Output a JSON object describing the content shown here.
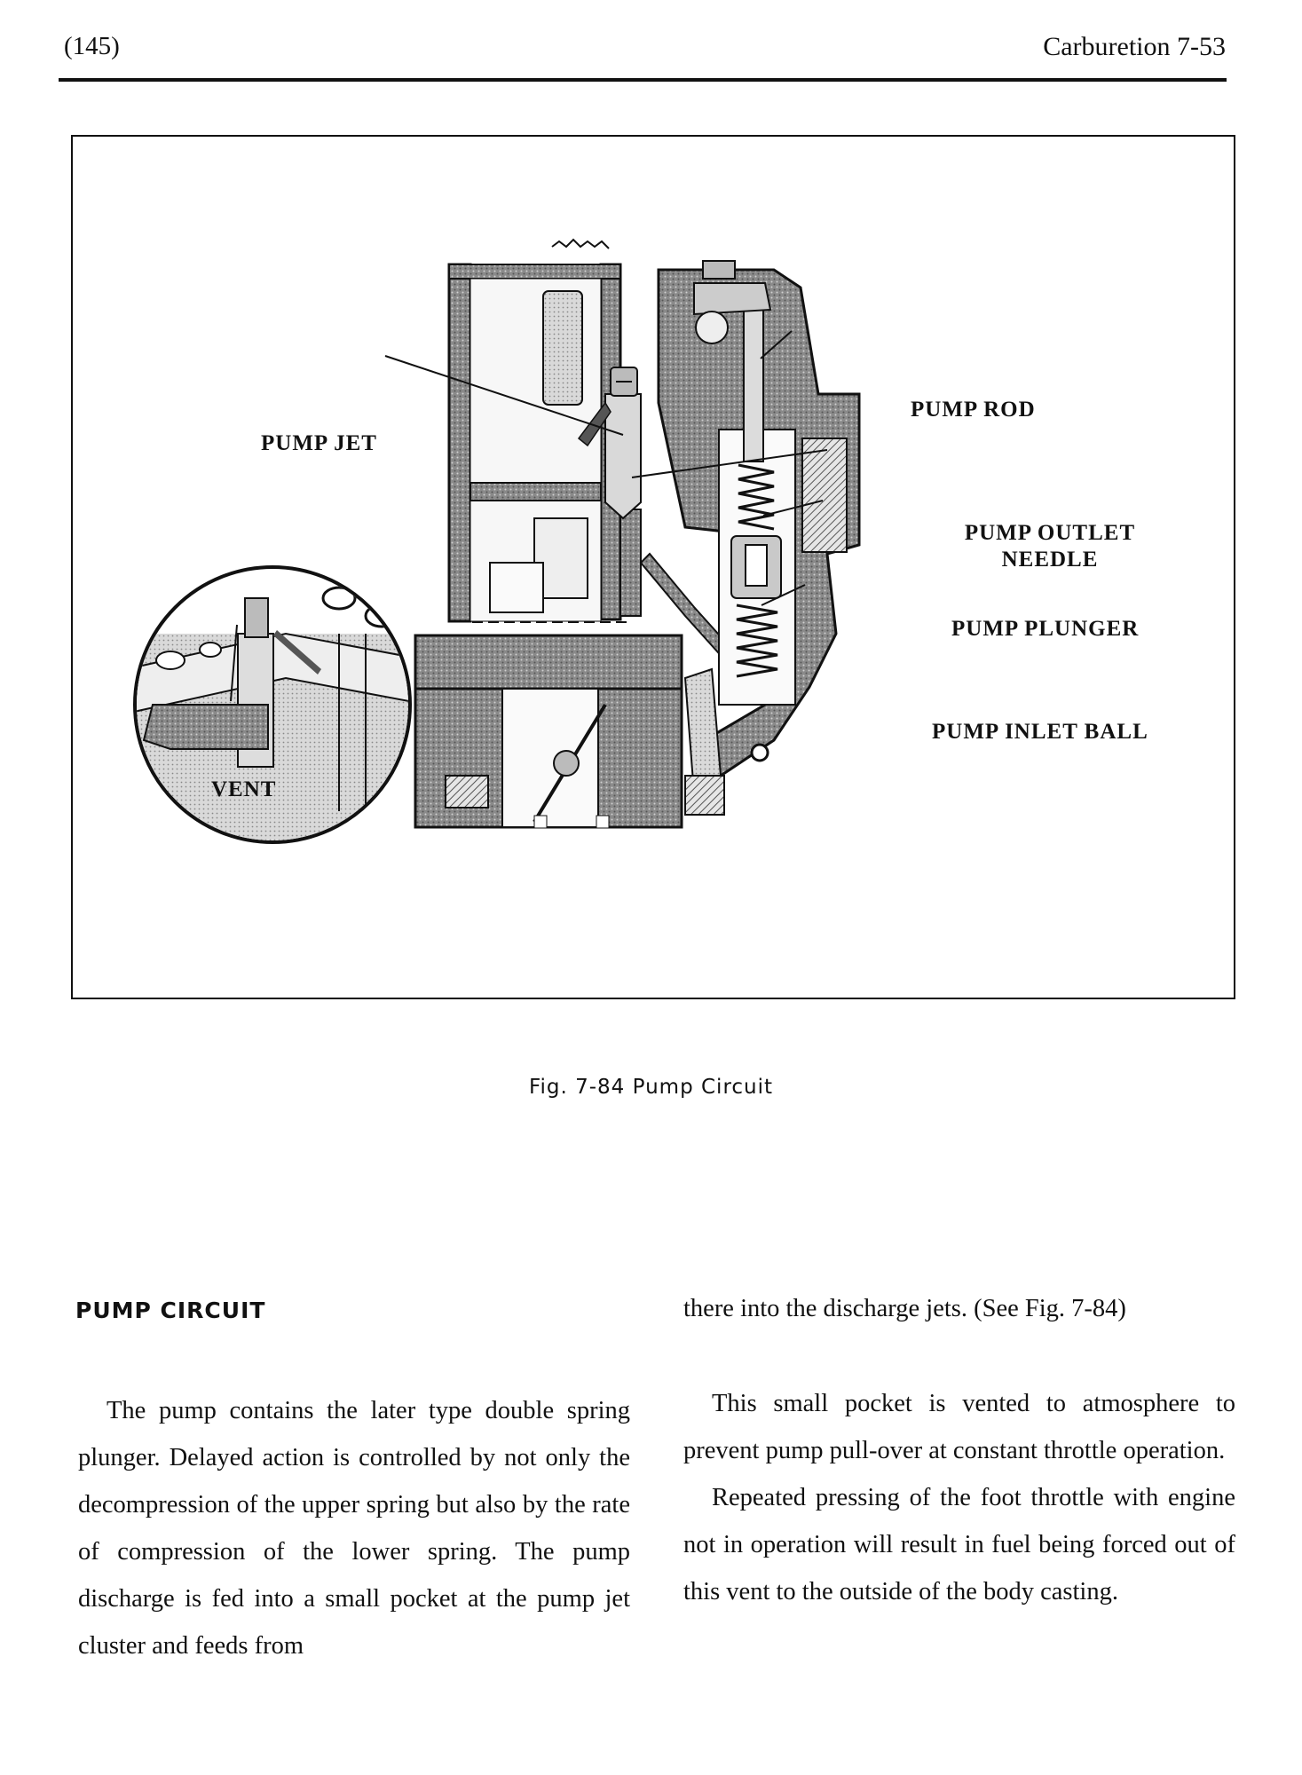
{
  "header": {
    "page_number": "(145)",
    "running_head": "Carburetion  7-53"
  },
  "figure": {
    "callouts": {
      "pump_rod": "PUMP ROD",
      "pump_jet": "PUMP JET",
      "pump_outlet_needle_line1": "PUMP OUTLET",
      "pump_outlet_needle_line2": "NEEDLE",
      "pump_plunger": "PUMP PLUNGER",
      "pump_inlet_ball": "PUMP INLET BALL",
      "vent": "VENT"
    },
    "caption": "Fig. 7-84  Pump Circuit"
  },
  "body": {
    "section_heading": "PUMP CIRCUIT",
    "left_paragraphs": [
      "The pump contains the later type double spring plunger. Delayed action is controlled by not only the decompression of the upper spring but also by the rate of compression of the lower spring. The pump discharge is fed into a small pocket at the pump jet cluster and feeds from"
    ],
    "right_paragraphs": [
      "there into the discharge jets. (See Fig. 7-84)",
      "This small pocket is vented to atmosphere to prevent pump pull-over at constant throttle operation.",
      "Repeated pressing of the foot throttle with engine not in operation will result in fuel being forced out of this vent to the outside of the body casting."
    ]
  }
}
